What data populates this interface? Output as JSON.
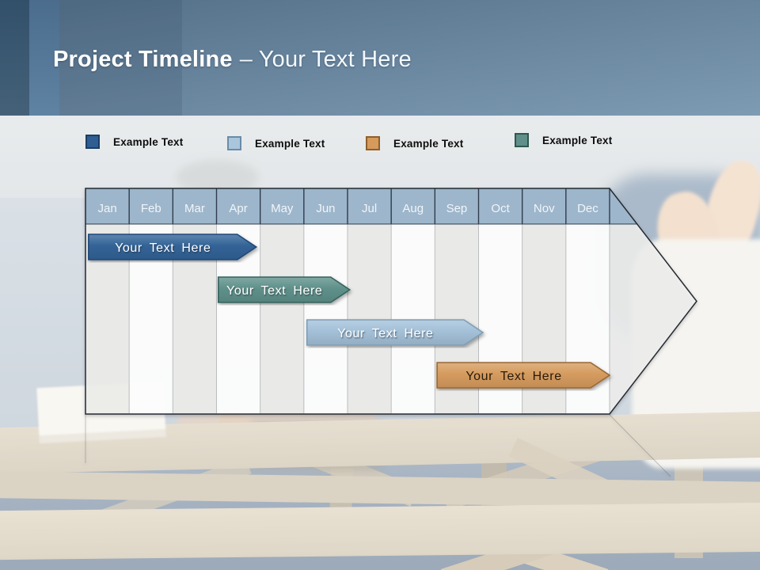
{
  "slide": {
    "title": {
      "bold": "Project Timeline",
      "rest": "– Your Text Here"
    }
  },
  "legend": {
    "items": [
      {
        "label": "Example Text",
        "color": "#2E5E92",
        "border": "#1C3D63"
      },
      {
        "label": "Example Text",
        "color": "#A9C6DC",
        "border": "#6A8CA6"
      },
      {
        "label": "Example Text",
        "color": "#D69A5B",
        "border": "#8F5F2C"
      },
      {
        "label": "Example Text",
        "color": "#5F908A",
        "border": "#2F5751"
      }
    ]
  },
  "chart_data": {
    "type": "bar",
    "variant": "gantt-timeline-arrow",
    "title": "Project Timeline – Your Text Here",
    "categories": [
      "Jan",
      "Feb",
      "Mar",
      "Apr",
      "May",
      "Jun",
      "Jul",
      "Aug",
      "Sep",
      "Oct",
      "Nov",
      "Dec"
    ],
    "series": [
      {
        "name": "task-1",
        "label": "Your Text Here",
        "start": 0.07,
        "end": 3.91,
        "start_month": "Jan",
        "end_month": "Apr",
        "row": 0,
        "color": "#326397",
        "stroke": "#1E4878",
        "text_color": "#FFFFFF"
      },
      {
        "name": "task-2",
        "label": "Your Text Here",
        "start": 3.04,
        "end": 6.05,
        "start_month": "Apr",
        "end_month": "Jun",
        "row": 1,
        "color": "#5F908A",
        "stroke": "#35625C",
        "text_color": "#FFFFFF"
      },
      {
        "name": "task-3",
        "label": "Your Text Here",
        "start": 5.07,
        "end": 9.1,
        "start_month": "Jun",
        "end_month": "Sep",
        "row": 2,
        "color": "#A3C0D8",
        "stroke": "#7E9DB5",
        "text_color": "#FFFFFF"
      },
      {
        "name": "task-4",
        "label": "Your Text Here",
        "start": 8.05,
        "end": 12.0,
        "start_month": "Sep",
        "end_month": "Dec",
        "row": 3,
        "color": "#D59B5E",
        "stroke": "#9A6731",
        "text_color": "#2A1B0C"
      }
    ],
    "xlim": [
      0,
      12
    ],
    "header_fill": "#9DB6CB",
    "header_text_color": "#F1F5F9",
    "legend_position": "top",
    "grid": "vertical-column-stripes"
  }
}
